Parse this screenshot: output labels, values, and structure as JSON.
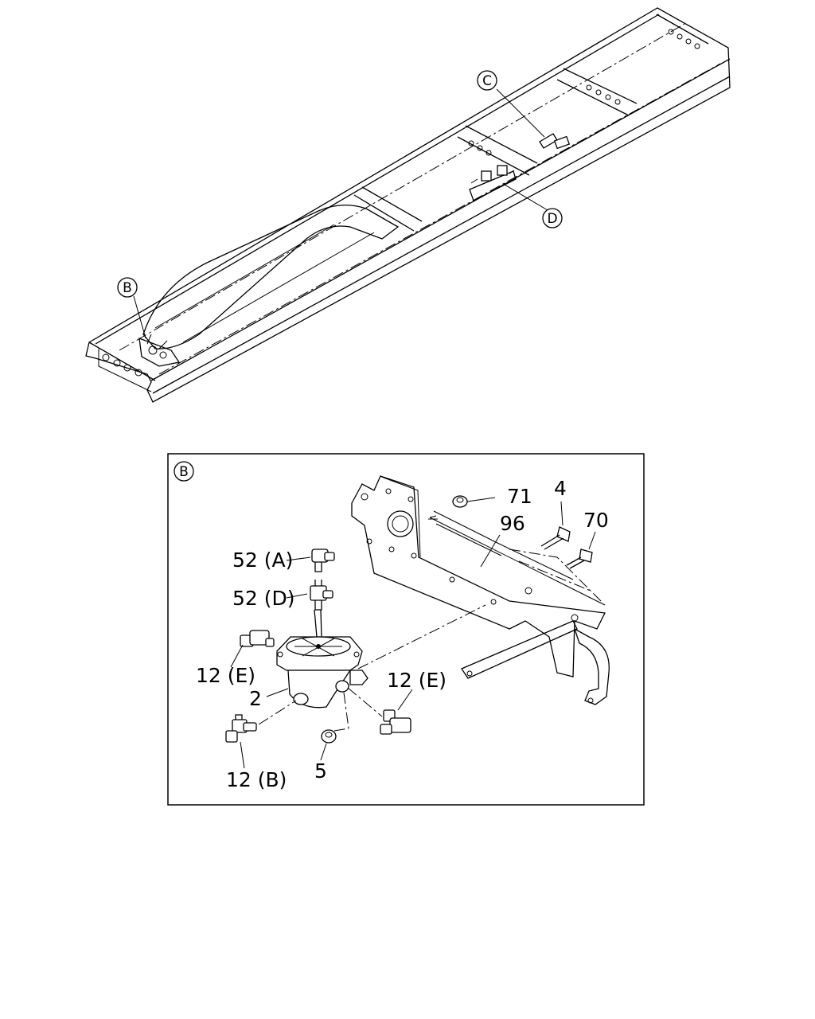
{
  "overview": {
    "markers": {
      "b": "B",
      "c": "C",
      "d": "D"
    }
  },
  "detail": {
    "badge": "B",
    "labels": {
      "p71": "71",
      "p4": "4",
      "p70": "70",
      "p96": "96",
      "p52a": "52 (A)",
      "p52d": "52 (D)",
      "p12e_left": "12 (E)",
      "p12e_right": "12 (E)",
      "p2": "2",
      "p12b": "12 (B)",
      "p5": "5"
    }
  }
}
